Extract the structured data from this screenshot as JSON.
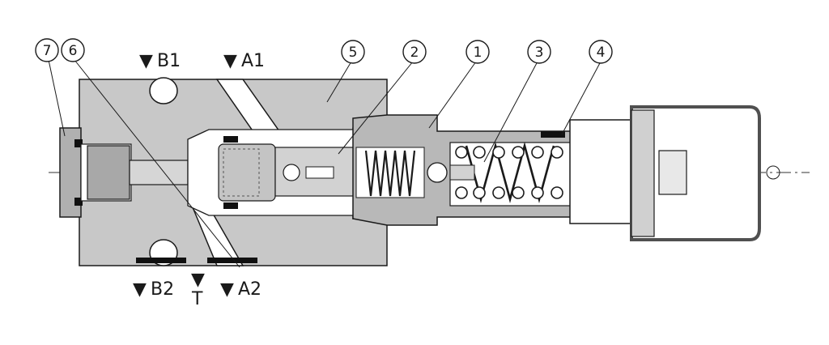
{
  "ports": {
    "b1": "B1",
    "a1": "A1",
    "b2": "B2",
    "t": "T",
    "a2": "A2",
    "marker": "▼"
  },
  "callouts": {
    "c1": "1",
    "c2": "2",
    "c3": "3",
    "c4": "4",
    "c5": "5",
    "c6": "6",
    "c7": "7"
  },
  "colors": {
    "body_fill": "#c8c8c8",
    "section_fill": "#b0b0b0",
    "dark": "#505050",
    "line": "#1a1a1a",
    "black": "#111111",
    "white": "#ffffff"
  }
}
